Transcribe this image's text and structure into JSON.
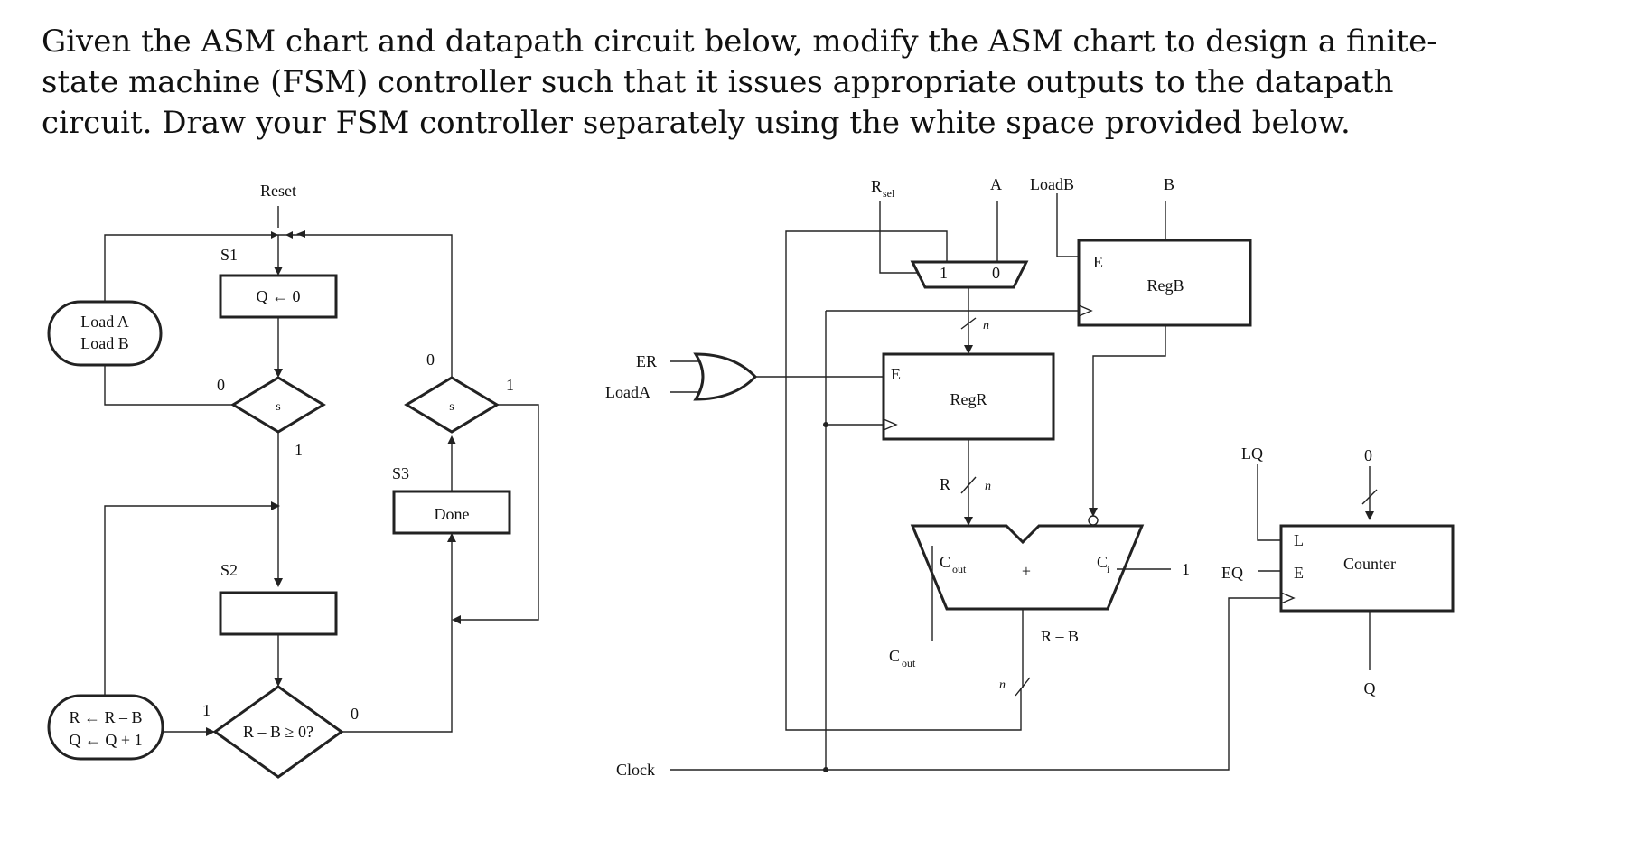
{
  "problem": {
    "text": "Given the ASM chart and datapath circuit below, modify the ASM chart to design a finite-state machine (FSM) controller such that it issues appropriate outputs to the datapath circuit. Draw your FSM controller separately using the white space provided below."
  },
  "asm": {
    "reset": "Reset",
    "s1": "S1",
    "s2": "S2",
    "s3": "S3",
    "q_init": "Q ← 0",
    "load_a": "Load A",
    "load_b": "Load B",
    "cond_s": "s",
    "cond_s3": "s",
    "done": "Done",
    "sub_r": "R ← R – B",
    "inc_q": "Q ← Q + 1",
    "cond_rb": "R – B ≥ 0?",
    "s1_zero": "0",
    "s1_one": "1",
    "s3_zero": "0",
    "s3_one": "1",
    "rb_one": "1",
    "rb_zero": "0"
  },
  "datapath": {
    "rsel": "R",
    "rsel_sub": "sel",
    "a": "A",
    "loadb": "LoadB",
    "b": "B",
    "mux_1": "1",
    "mux_0": "0",
    "n1": "n",
    "n2": "n",
    "n3": "n",
    "regb_e": "E",
    "regb": "RegB",
    "er": "ER",
    "loada": "LoadA",
    "regr_e": "E",
    "regr": "RegR",
    "r_label": "R",
    "cout_in": "C",
    "cout_in_sub": "out",
    "plus": "+",
    "ci": "C",
    "ci_sub": "i",
    "ci_one": "1",
    "r_minus_b": "R – B",
    "cout_out": "C",
    "cout_out_sub": "out",
    "lq": "LQ",
    "zero": "0",
    "eq": "EQ",
    "counter_l": "L",
    "counter_e": "E",
    "counter": "Counter",
    "q_out": "Q",
    "clock": "Clock"
  }
}
